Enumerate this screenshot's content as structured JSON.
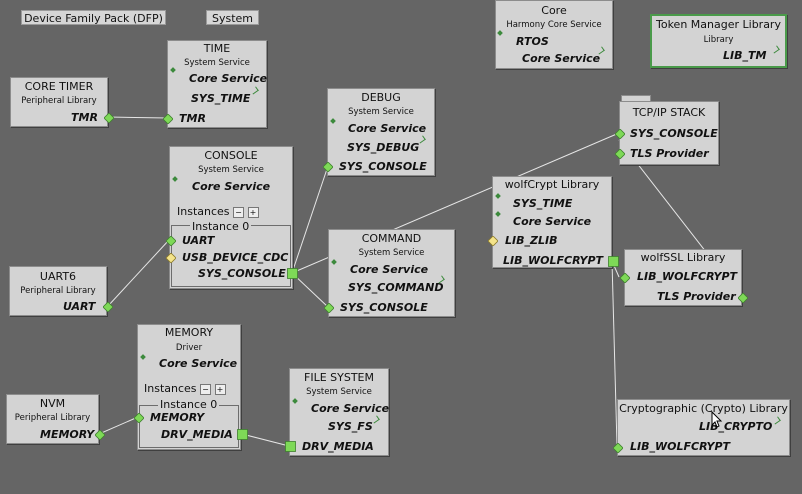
{
  "tabs": {
    "dfp": "Device Family Pack (DFP)",
    "system": "System"
  },
  "core": {
    "title": "Core",
    "subtitle": "Harmony Core Service",
    "port_rtos": "RTOS",
    "port_core": "Core Service"
  },
  "token_manager": {
    "title": "Token Manager Library",
    "subtitle": "Library",
    "port": "LIB_TM"
  },
  "time": {
    "title": "TIME",
    "subtitle": "System Service",
    "port_core": "Core Service",
    "port_sys_time": "SYS_TIME",
    "port_tmr": "TMR"
  },
  "core_timer": {
    "title": "CORE TIMER",
    "subtitle": "Peripheral Library",
    "port": "TMR"
  },
  "debug": {
    "title": "DEBUG",
    "subtitle": "System Service",
    "port_core": "Core Service",
    "port_sys_debug": "SYS_DEBUG",
    "port_sys_console": "SYS_CONSOLE"
  },
  "console": {
    "title": "CONSOLE",
    "subtitle": "System Service",
    "port_core": "Core Service",
    "instances": "Instances",
    "instance0": "Instance 0",
    "port_uart": "UART",
    "port_usb": "USB_DEVICE_CDC",
    "port_sys_console": "SYS_CONSOLE"
  },
  "uart6": {
    "title": "UART6",
    "subtitle": "Peripheral Library",
    "port": "UART"
  },
  "command": {
    "title": "COMMAND",
    "subtitle": "System Service",
    "port_core": "Core Service",
    "port_sys_command": "SYS_COMMAND",
    "port_sys_console": "SYS_CONSOLE"
  },
  "tcpip": {
    "title": "TCP/IP STACK",
    "port_sys_console": "SYS_CONSOLE",
    "port_tls": "TLS Provider"
  },
  "wolfcrypt": {
    "title": "wolfCrypt Library",
    "port_sys_time": "SYS_TIME",
    "port_core": "Core Service",
    "port_zlib": "LIB_ZLIB",
    "port_lib_wolfcrypt": "LIB_WOLFCRYPT"
  },
  "wolfssl": {
    "title": "wolfSSL Library",
    "port_lib_wolfcrypt": "LIB_WOLFCRYPT",
    "port_tls": "TLS Provider"
  },
  "memory": {
    "title": "MEMORY",
    "subtitle": "Driver",
    "port_core": "Core Service",
    "instances": "Instances",
    "instance0": "Instance 0",
    "port_memory": "MEMORY",
    "port_drv_media": "DRV_MEDIA"
  },
  "nvm": {
    "title": "NVM",
    "subtitle": "Peripheral Library",
    "port": "MEMORY"
  },
  "filesystem": {
    "title": "FILE SYSTEM",
    "subtitle": "System Service",
    "port_core": "Core Service",
    "port_sys_fs": "SYS_FS",
    "port_drv_media": "DRV_MEDIA"
  },
  "crypto": {
    "title": "Cryptographic (Crypto) Library",
    "port_lib_crypto": "LIB_CRYPTO",
    "port_lib_wolfcrypt": "LIB_WOLFCRYPT"
  },
  "glyphs": {
    "minus": "−",
    "plus": "+"
  },
  "colors": {
    "canvas": "#656565",
    "node": "#d3d3d3",
    "connector": "#7ed957",
    "optional_dep": "#f4e38a",
    "selected_border": "#4a9a4a"
  }
}
